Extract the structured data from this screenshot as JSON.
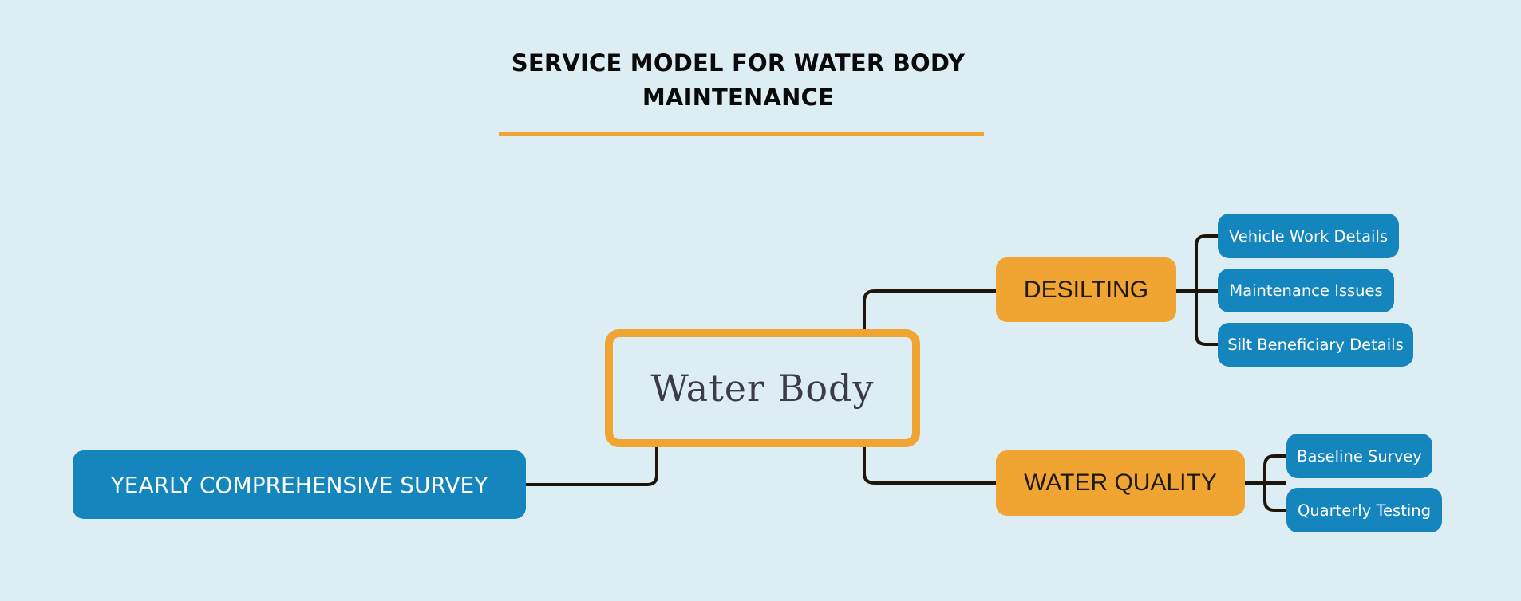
{
  "title": {
    "line1": "SERVICE MODEL FOR WATER BODY",
    "line2": "MAINTENANCE"
  },
  "colors": {
    "background": "#DCEDF4",
    "accent_orange": "#F0A432",
    "node_blue": "#1585BE",
    "connector": "#1E160A",
    "center_text": "#3A3D48"
  },
  "center_node": {
    "label": "Water Body"
  },
  "branches": {
    "desilting": {
      "label": "DESILTING",
      "children": [
        "Vehicle Work Details",
        "Maintenance Issues",
        "Silt Beneficiary Details"
      ]
    },
    "water_quality": {
      "label": "WATER QUALITY",
      "children": [
        "Baseline Survey",
        "Quarterly Testing"
      ]
    },
    "yearly": {
      "label": "YEARLY COMPREHENSIVE SURVEY"
    }
  }
}
